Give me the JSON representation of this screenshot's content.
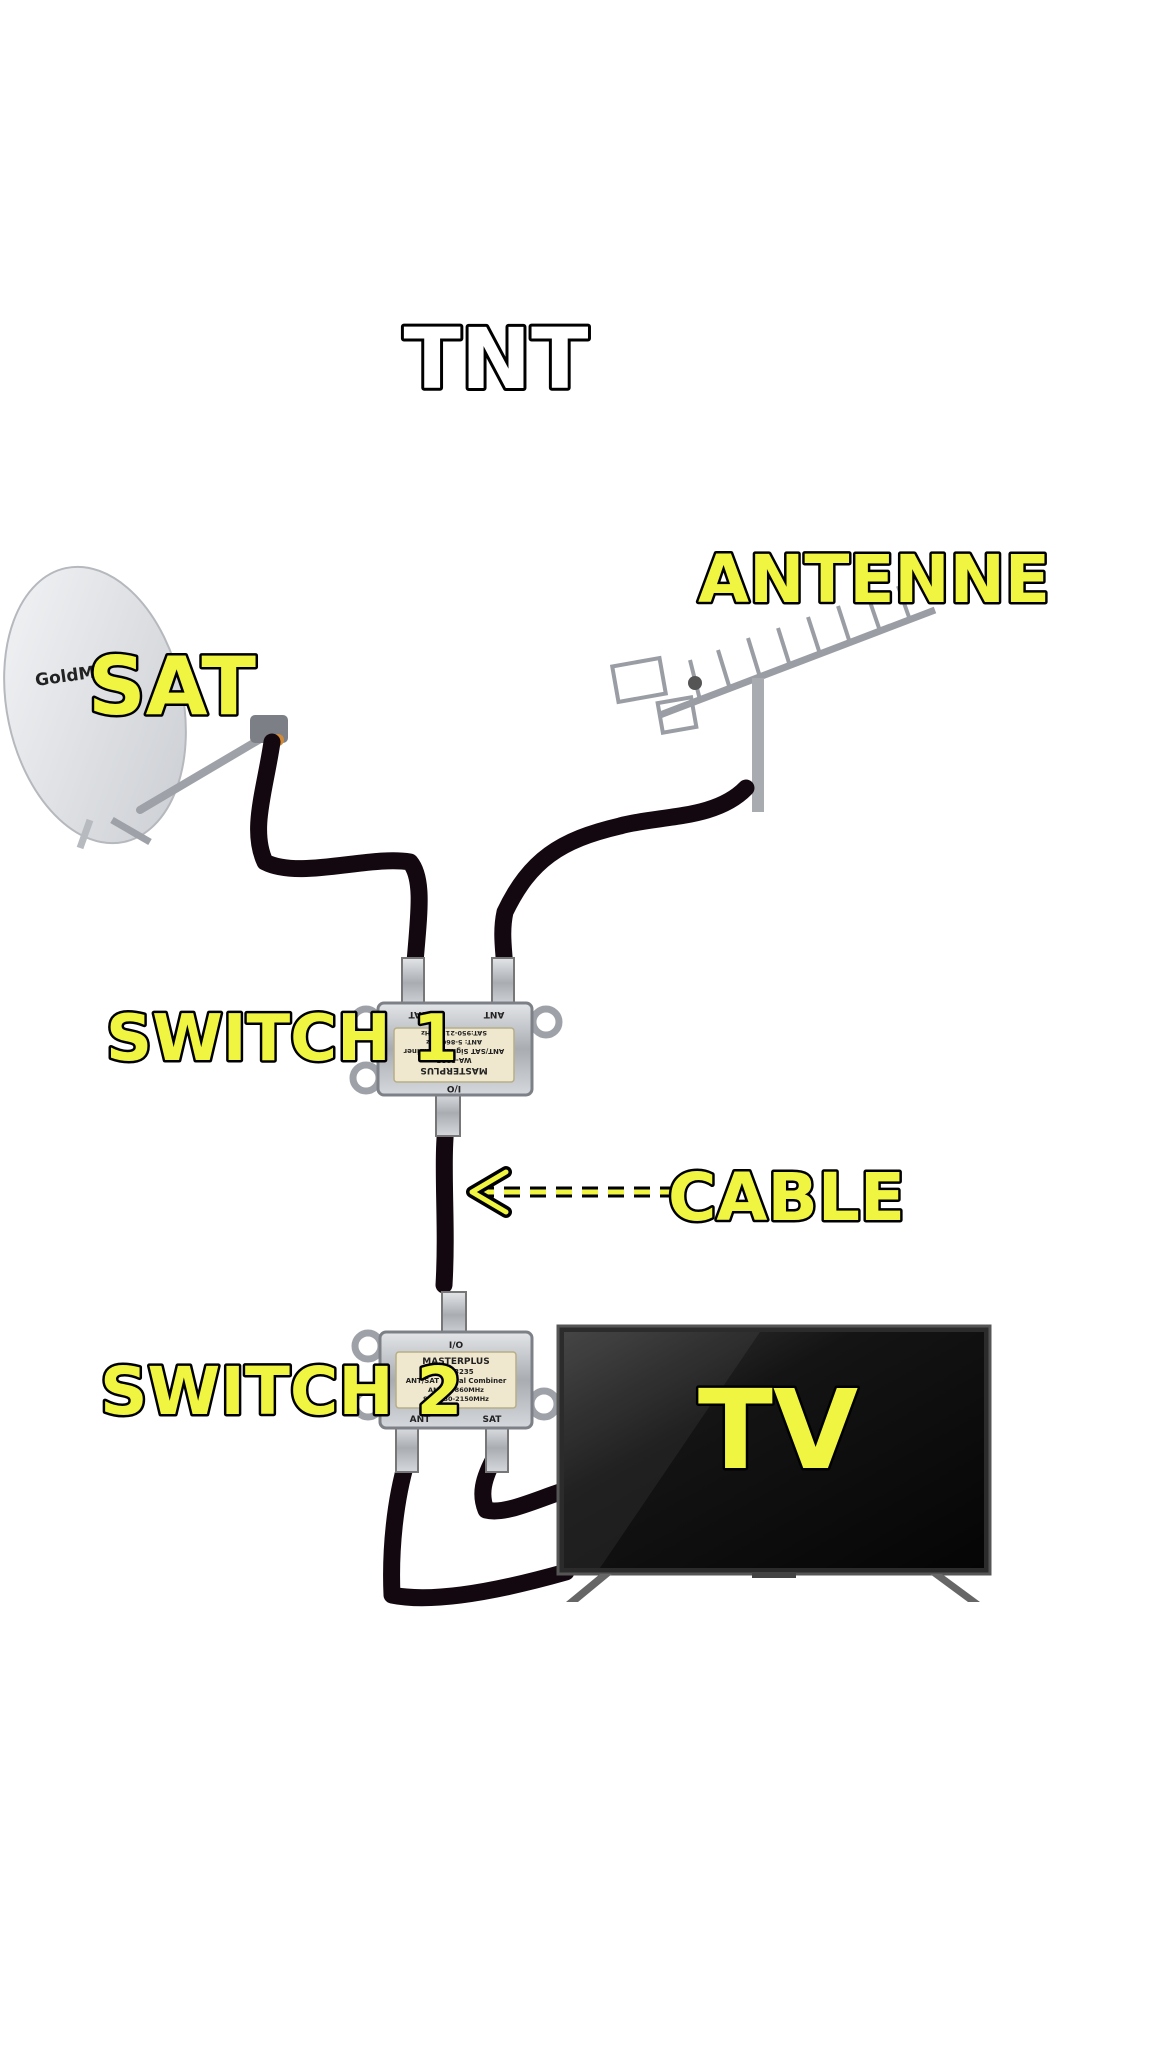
{
  "labels": {
    "title": "TNT",
    "antenna": "ANTENNE",
    "satellite": "SAT",
    "switch1": "SWITCH 1",
    "switch2": "SWITCH 2",
    "cable": "CABLE",
    "tv": "TV"
  },
  "dish": {
    "brand": "GoldM"
  },
  "combiner": {
    "brand": "MASTERPLUS",
    "model": "WA-3235",
    "name": "ANT/SAT Signal Combiner",
    "ant_freq": "ANT: 5-860MHz",
    "sat_freq": "SAT:950-2150MHz",
    "port_io": "I/O",
    "port_ant": "ANT",
    "port_sat": "SAT"
  },
  "colors": {
    "label_fill": "#f0f542",
    "outline": "#000000",
    "cable": "#140810",
    "metal": "#b9bcc0"
  }
}
